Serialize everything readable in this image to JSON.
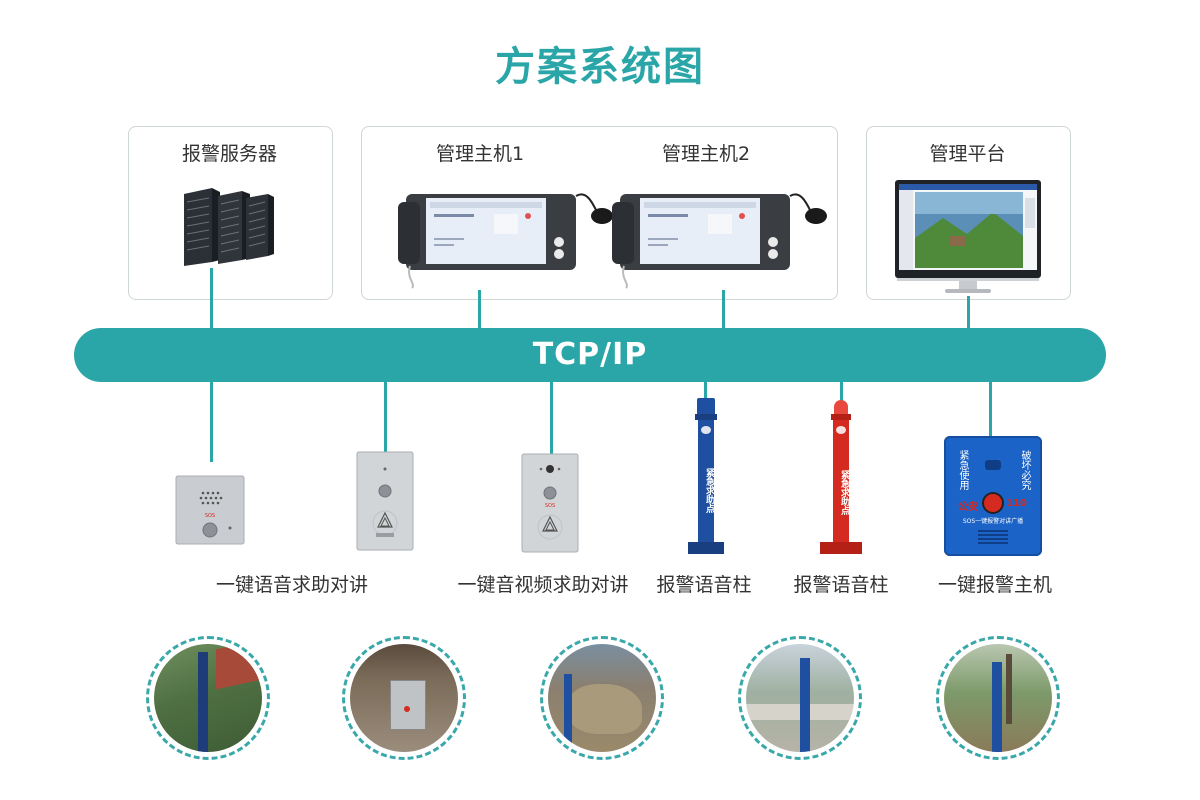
{
  "title": "方案系统图",
  "top_nodes": {
    "server": "报警服务器",
    "host1": "管理主机1",
    "host2": "管理主机2",
    "platform": "管理平台"
  },
  "bus_label": "TCP/IP",
  "devices": [
    {
      "label": "一键语音求助对讲"
    },
    {
      "label": "一键音视频求助对讲"
    },
    {
      "label": "报警语音柱"
    },
    {
      "label": "报警语音柱"
    },
    {
      "label": "一键报警主机"
    }
  ],
  "device_text": {
    "pillar_blue": "紧急求助点",
    "pillar_red": "紧急求助点",
    "alarm_box_left": "紧急使用",
    "alarm_box_right": "破坏必究",
    "alarm_box_police": "公安",
    "alarm_box_number": "110",
    "alarm_box_caption": "SOS一键报警对讲广播",
    "sos_small": "SOS"
  },
  "colors": {
    "accent": "#2aa6a8",
    "pillar_blue": "#1f4fa0",
    "pillar_red": "#d42a1f",
    "alarm_box_blue": "#1c63c8"
  }
}
